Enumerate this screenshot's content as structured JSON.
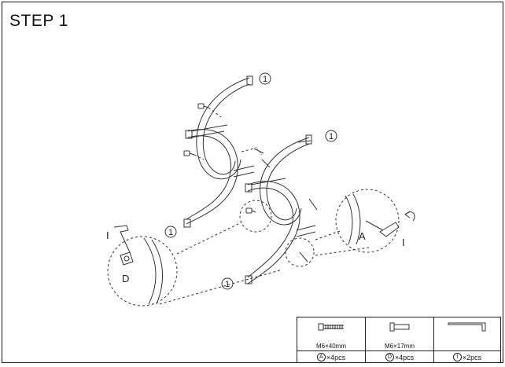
{
  "title": "STEP 1",
  "callouts": {
    "c1_top": "1",
    "c1_mid": "1",
    "c1_left": "1",
    "c1_bottom": "1"
  },
  "labels": {
    "allen_key": "I",
    "bolt_short": "D",
    "bolt_long": "A",
    "allen_key_detail": "I"
  },
  "parts": [
    {
      "spec": "M6×40mm",
      "letter": "A",
      "qty": "×4pcs",
      "icon": "long-bolt-icon"
    },
    {
      "spec": "M6×17mm",
      "letter": "D",
      "qty": "×4pcs",
      "icon": "short-bolt-icon"
    },
    {
      "spec": "",
      "letter": "I",
      "qty": "×2pcs",
      "icon": "allen-key-icon"
    }
  ]
}
